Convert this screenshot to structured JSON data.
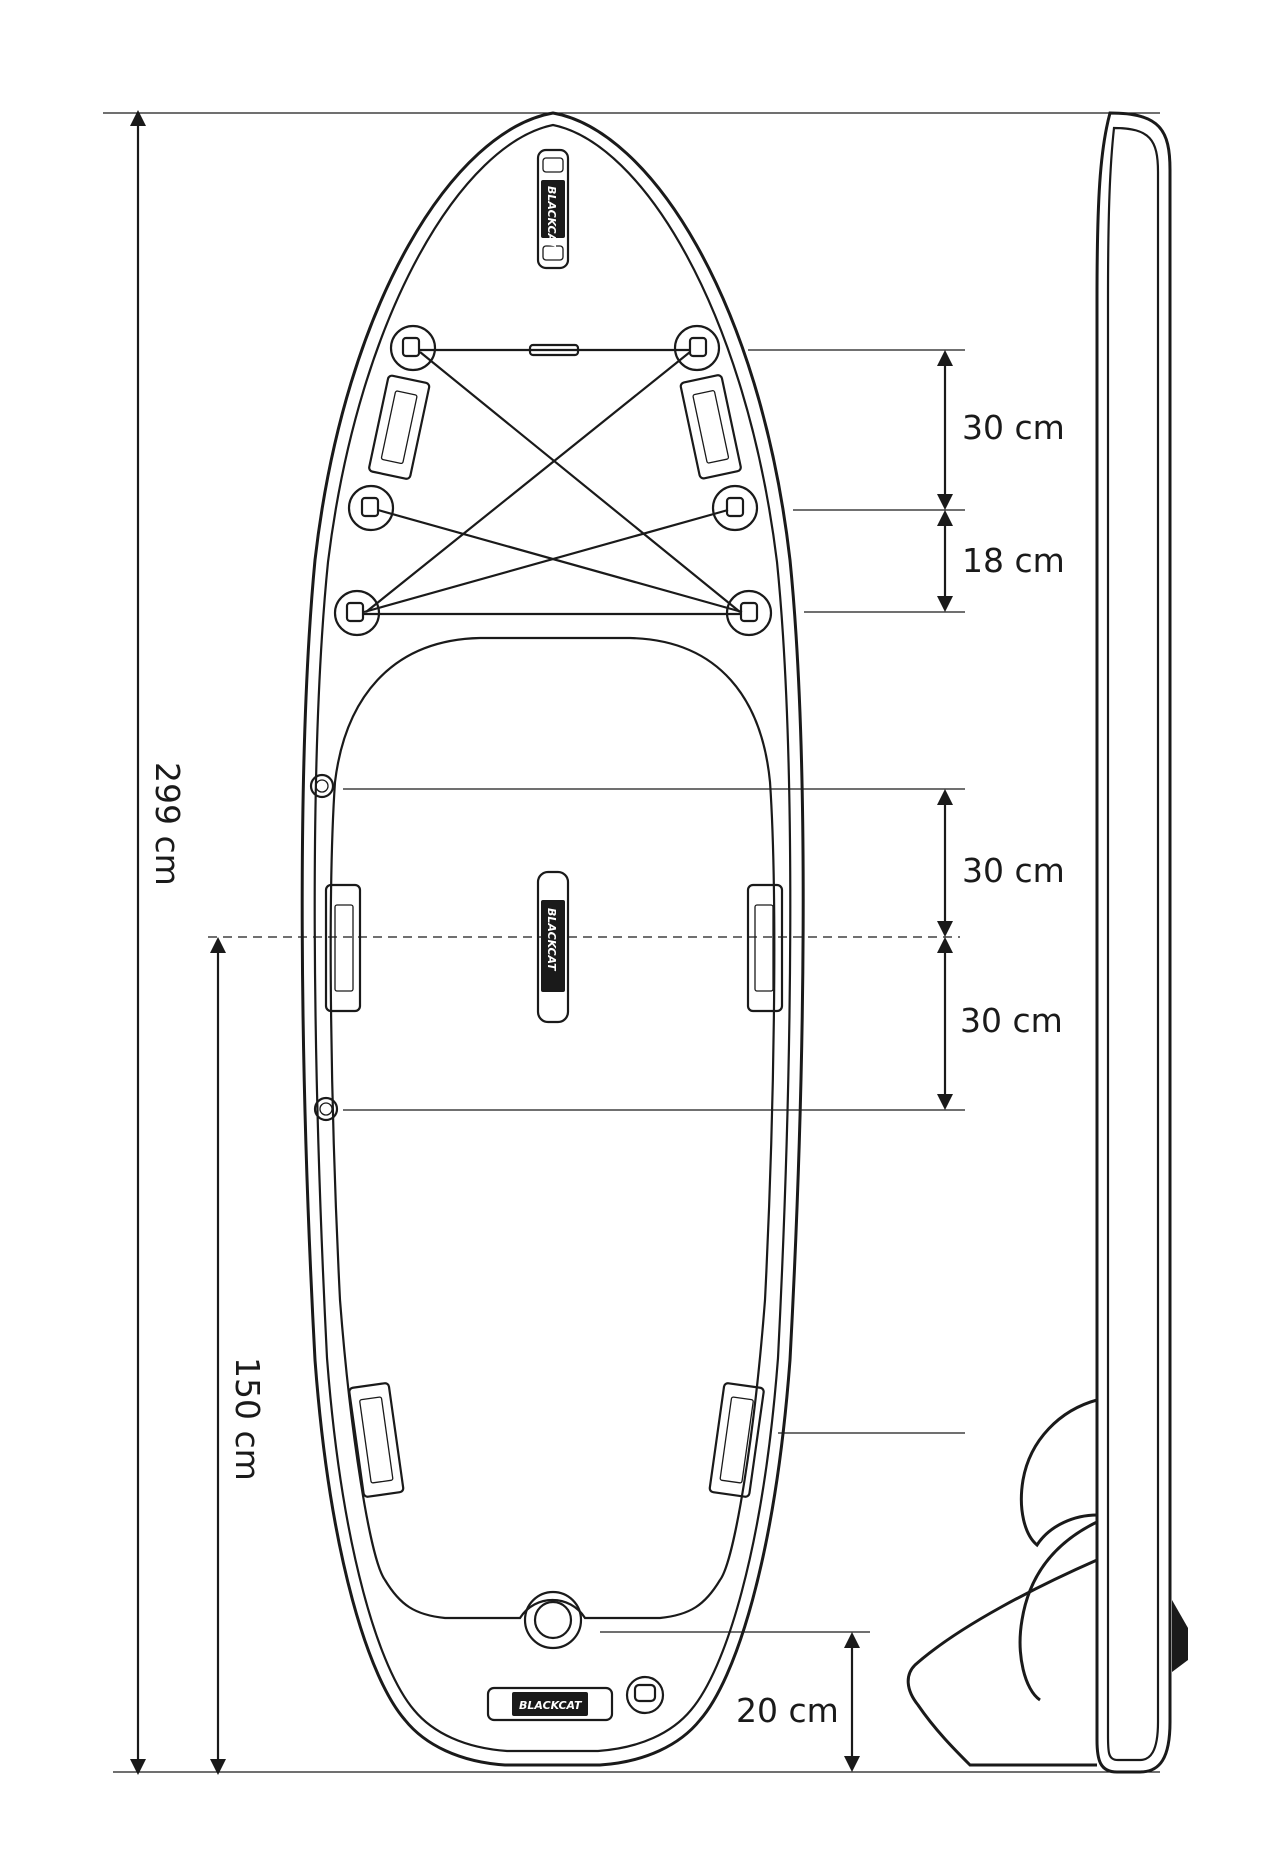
{
  "dimensions": {
    "total_length": "299 cm",
    "center_offset": "150 cm",
    "bungee_spacing_1": "30 cm",
    "bungee_spacing_2": "18 cm",
    "handle_to_ring_top": "30 cm",
    "handle_to_ring_bottom": "30 cm",
    "tail_offset": "20 cm"
  },
  "brand_marks": [
    "BLACKCAT",
    "BLACKCAT",
    "BLACKCAT"
  ],
  "colors": {
    "line": "#1a1a1a",
    "background": "#ffffff"
  }
}
